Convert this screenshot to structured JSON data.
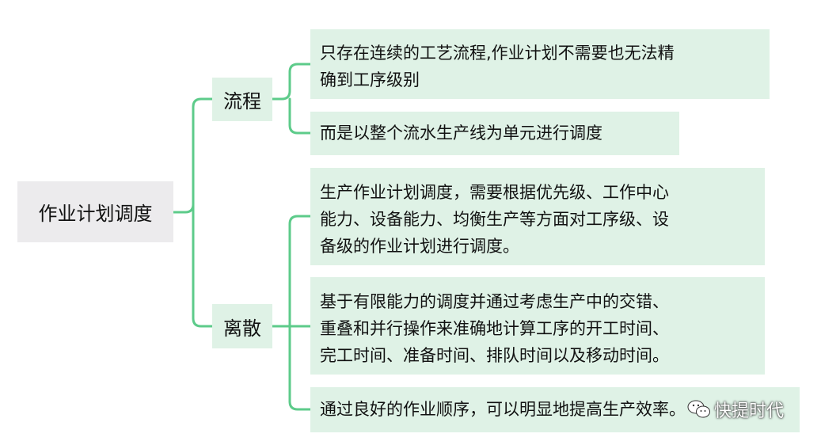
{
  "root": {
    "label": "作业计划调度"
  },
  "branches": [
    {
      "label": "流程",
      "leaves": [
        "只存在连续的工艺流程,作业计划不需要也无法精\n确到工序级别",
        "而是以整个流水生产线为单元进行调度"
      ]
    },
    {
      "label": "离散",
      "leaves": [
        "生产作业计划调度，需要根据优先级、工作中心\n能力、设备能力、均衡生产等方面对工序级、设\n备级的作业计划进行调度。",
        "基于有限能力的调度并通过考虑生产中的交错、\n重叠和并行操作来准确地计算工序的开工时间、\n完工时间、准备时间、排队时间以及移动时间。",
        "通过良好的作业顺序，可以明显地提高生产效率。"
      ]
    }
  ],
  "watermark": {
    "text": "快提时代",
    "icon": "wechat-icon"
  },
  "colors": {
    "connector": "#5dcb8a",
    "root_bg": "#ecebed",
    "node_bg": "#dff2e6"
  }
}
